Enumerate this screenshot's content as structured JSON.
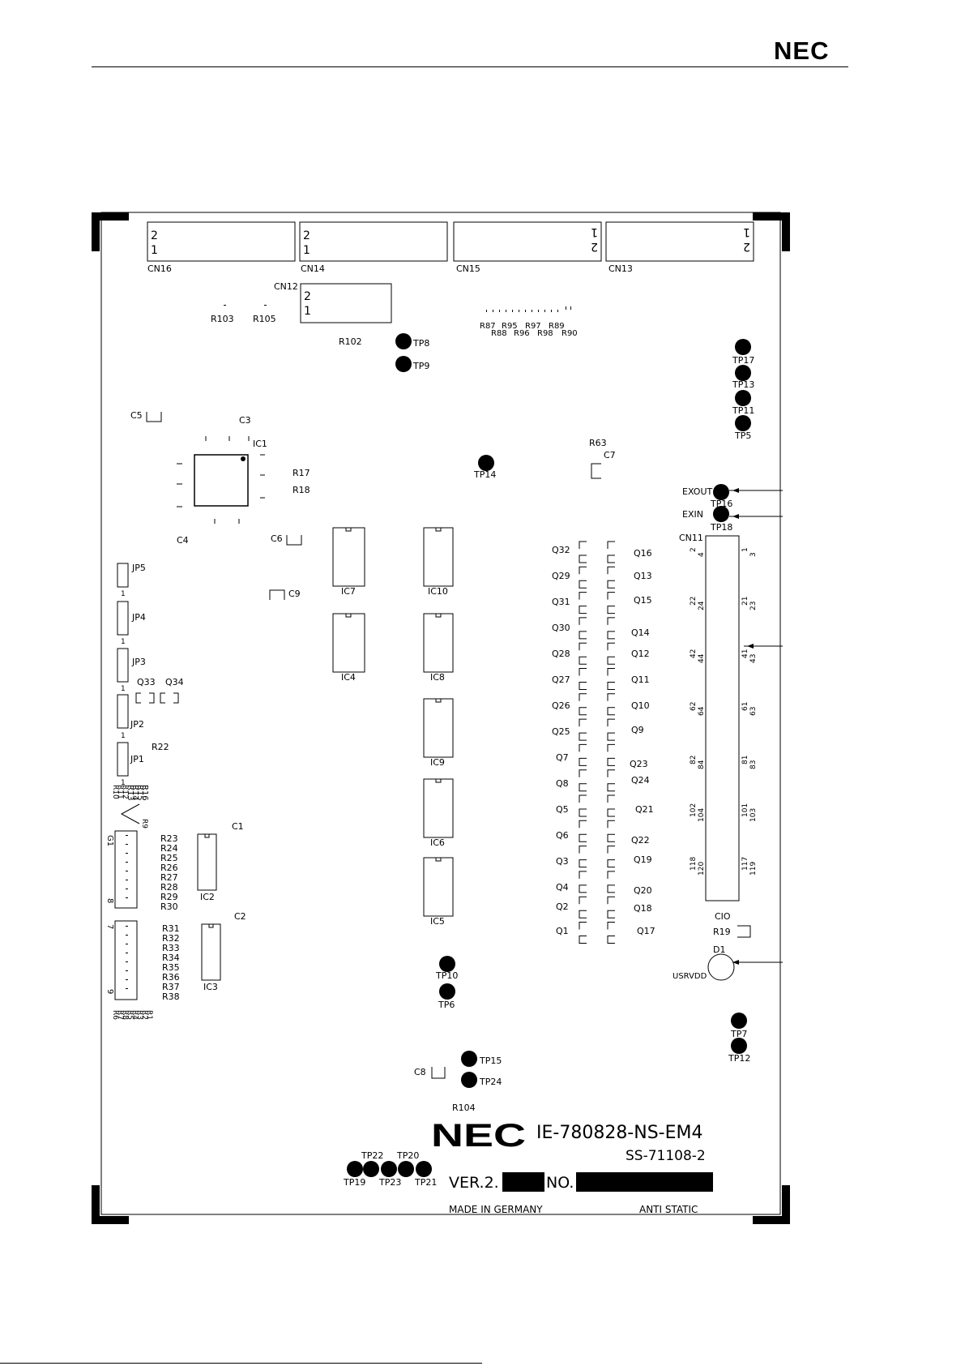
{
  "header": {
    "logo": "NEC"
  },
  "silkscreen": {
    "brand": "NEC",
    "model": "IE-780828-NS-EM4",
    "code": "SS-71108-2",
    "ver_label": "VER.2.",
    "no_label": "NO.",
    "made_in": "MADE IN GERMANY",
    "anti_static": "ANTI STATIC"
  },
  "connectors": [
    {
      "name": "CN16",
      "pin_a": "2",
      "pin_b": "1"
    },
    {
      "name": "CN14",
      "pin_a": "2",
      "pin_b": "1"
    },
    {
      "name": "CN15",
      "pin_a": "1",
      "pin_b": "2"
    },
    {
      "name": "CN13",
      "pin_a": "1",
      "pin_b": "2"
    },
    {
      "name": "CN12",
      "pin_a": "2",
      "pin_b": "1"
    }
  ],
  "cn11": {
    "name": "CN11",
    "bottom_label": "CIO",
    "left_pins": [
      "2",
      "4",
      "22",
      "24",
      "42",
      "44",
      "62",
      "64",
      "82",
      "84",
      "102",
      "104",
      "118",
      "120"
    ],
    "right_pins": [
      "1",
      "3",
      "21",
      "23",
      "41",
      "43",
      "61",
      "63",
      "81",
      "83",
      "101",
      "103",
      "117",
      "119"
    ]
  },
  "test_points": [
    {
      "label": "TP8"
    },
    {
      "label": "TP9"
    },
    {
      "label": "TP17"
    },
    {
      "label": "TP13"
    },
    {
      "label": "TP11"
    },
    {
      "label": "TP5"
    },
    {
      "label": "TP14"
    },
    {
      "label": "TP16"
    },
    {
      "label": "TP18"
    },
    {
      "label": "TP10"
    },
    {
      "label": "TP6"
    },
    {
      "label": "TP7"
    },
    {
      "label": "TP12"
    },
    {
      "label": "TP15"
    },
    {
      "label": "TP24"
    },
    {
      "label": "TP19"
    },
    {
      "label": "TP22"
    },
    {
      "label": "TP23"
    },
    {
      "label": "TP20"
    },
    {
      "label": "TP21"
    }
  ],
  "signals": {
    "exout": "EXOUT",
    "exin": "EXIN",
    "usrvdd": "USRVDD",
    "d1": "D1"
  },
  "ics": [
    "IC7",
    "IC10",
    "IC4",
    "IC8",
    "IC9",
    "IC6",
    "IC5",
    "IC2",
    "IC3",
    "IC1"
  ],
  "transistors_left": [
    "Q32",
    "Q29",
    "Q31",
    "Q30",
    "Q28",
    "Q27",
    "Q26",
    "Q25",
    "Q7",
    "Q8",
    "Q5",
    "Q6",
    "Q3",
    "Q4",
    "Q2",
    "Q1"
  ],
  "transistors_right": [
    "Q16",
    "Q13",
    "Q15",
    "Q14",
    "Q12",
    "Q11",
    "Q10",
    "Q9",
    "Q23",
    "Q24",
    "Q21",
    "Q22",
    "Q19",
    "Q20",
    "Q18",
    "Q17"
  ],
  "jumpers": [
    "JP5",
    "JP4",
    "JP3",
    "JP2",
    "JP1"
  ],
  "misc": {
    "q33": "Q33",
    "q34": "Q34",
    "r22": "R22",
    "r103": "R103",
    "r105": "R105",
    "r102": "R102",
    "r87": "R87",
    "r95": "R95",
    "r97": "R97",
    "r89": "R89",
    "r88": "R88",
    "r96": "R96",
    "r98": "R98",
    "r90": "R90",
    "c5": "C5",
    "c3": "C3",
    "c4": "C4",
    "c6": "C6",
    "c9": "C9",
    "c7": "C7",
    "c1": "C1",
    "c2": "C2",
    "c8": "C8",
    "r17": "R17",
    "r18": "R18",
    "r63": "R63",
    "r19": "R19",
    "r104": "R104",
    "pin1": "1",
    "pin_b1": "1",
    "pin_b2": "1",
    "pin_b3": "1",
    "pin_b4": "1",
    "sip_top": "G1",
    "sip_mid": "8",
    "sip_top2": "7",
    "sip_bot": "9"
  },
  "resistor_column_a": [
    "R23",
    "R24",
    "R25",
    "R26",
    "R27",
    "R28",
    "R29",
    "R30"
  ],
  "resistor_column_b": [
    "R31",
    "R32",
    "R33",
    "R34",
    "R35",
    "R36",
    "R37",
    "R38"
  ],
  "resistor_vertical_a": [
    "R16",
    "R15",
    "R14",
    "R13",
    "R12",
    "R11",
    "R10",
    "R9"
  ],
  "resistor_vertical_b": [
    "R8",
    "R7",
    "R6",
    "R5",
    "R4",
    "R3",
    "R2",
    "R1"
  ]
}
